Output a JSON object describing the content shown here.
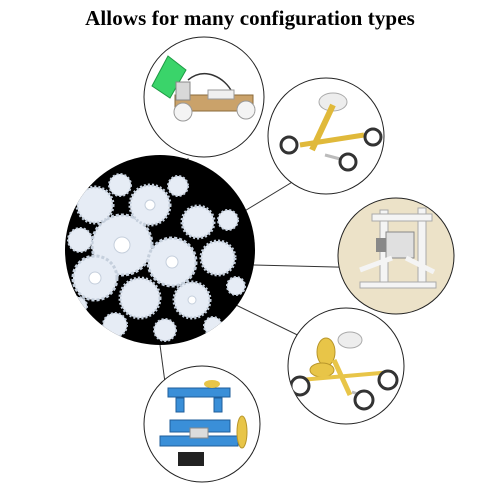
{
  "title": "Allows for many configuration types",
  "center_image": {
    "name": "white-plastic-gears",
    "background": "#000000",
    "gear_color": "#e8eef6"
  },
  "callouts": [
    {
      "name": "windmill-car-model",
      "accent": "#3ad46a"
    },
    {
      "name": "yellow-buggy-model",
      "accent": "#e0b93a"
    },
    {
      "name": "white-frame-motor-model",
      "accent": "#f4f4f4"
    },
    {
      "name": "propeller-car-model",
      "accent": "#e8c548"
    },
    {
      "name": "blue-biplane-model",
      "accent": "#3a8fd8"
    }
  ],
  "colors": {
    "line": "#333333",
    "circle_border": "#222222",
    "title": "#000000"
  }
}
